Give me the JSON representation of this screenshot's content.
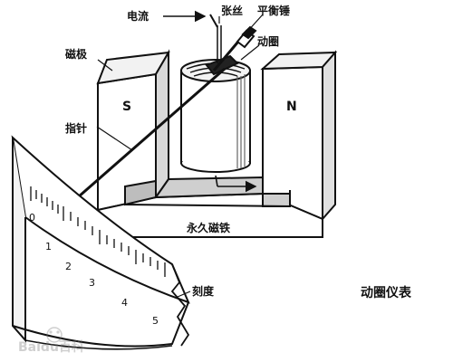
{
  "labels": {
    "current": "电流",
    "tension_wire": "张丝",
    "balance_hammer": "平衡锤",
    "moving_coil": "动圈",
    "magnetic_pole": "磁极",
    "pointer": "指针",
    "permanent_magnet": "永久磁铁",
    "scale": "刻度",
    "pole_s": "S",
    "pole_n": "N"
  },
  "title": "动圈仪表",
  "watermark": "Baidu百科",
  "scale_ticks": [
    "0",
    "1",
    "2",
    "3",
    "4",
    "5"
  ]
}
